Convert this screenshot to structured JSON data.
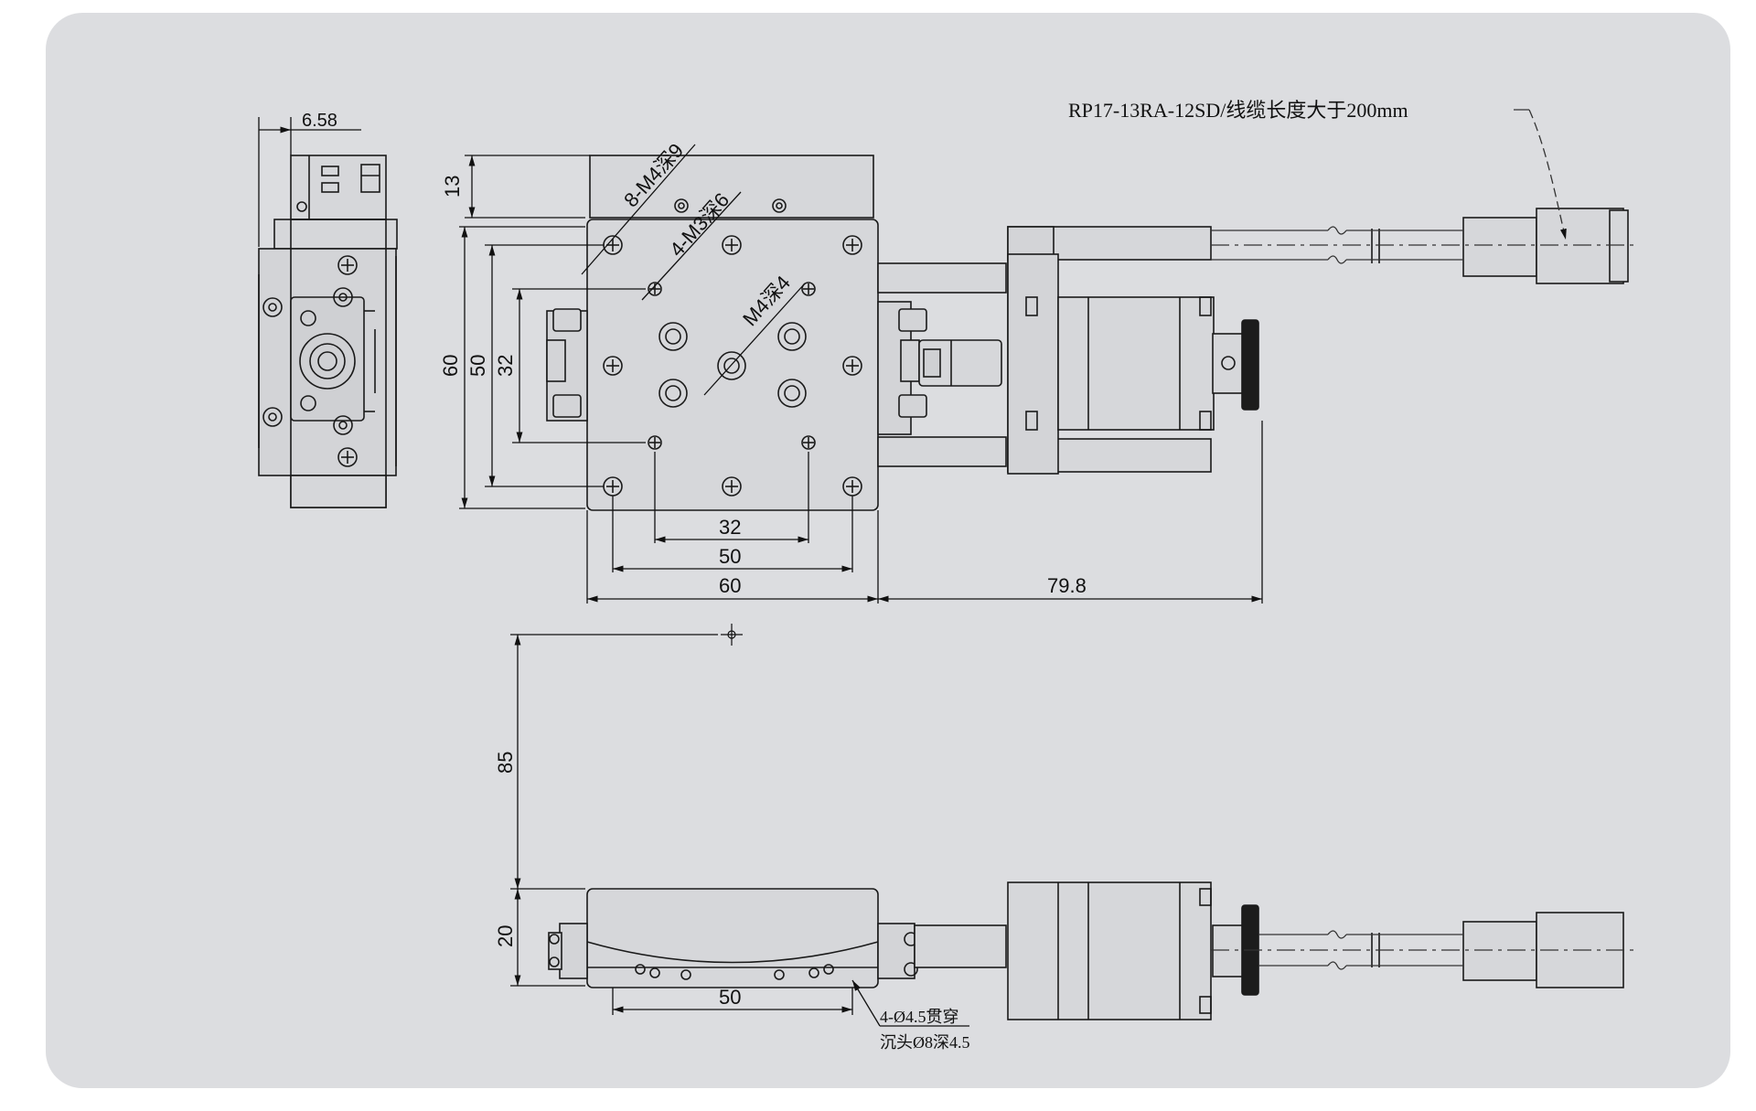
{
  "drawing": {
    "cable_note": "RP17-13RA-12SD/线缆长度大于200mm",
    "hole_note_line1": "4-Ø4.5贯穿",
    "hole_note_line2": "沉头Ø8深4.5",
    "callouts": {
      "m4_8": "8-M4深9",
      "m3_4": "4-M3深6",
      "m4_center": "M4深4"
    },
    "dimensions": {
      "side_width": "6.58",
      "top_offset": "13",
      "height_60": "60",
      "height_50": "50",
      "height_32": "32",
      "width_32": "32",
      "width_50": "50",
      "width_60": "60",
      "motor_length": "79.8",
      "vertical_gap": "85",
      "stage_height": "20",
      "bottom_50": "50"
    }
  },
  "colors": {
    "background_panel": "#dcdde0",
    "line": "#1a1a1a",
    "part_fill": "#d3d4d7",
    "dark_part": "#1c1c1c"
  }
}
